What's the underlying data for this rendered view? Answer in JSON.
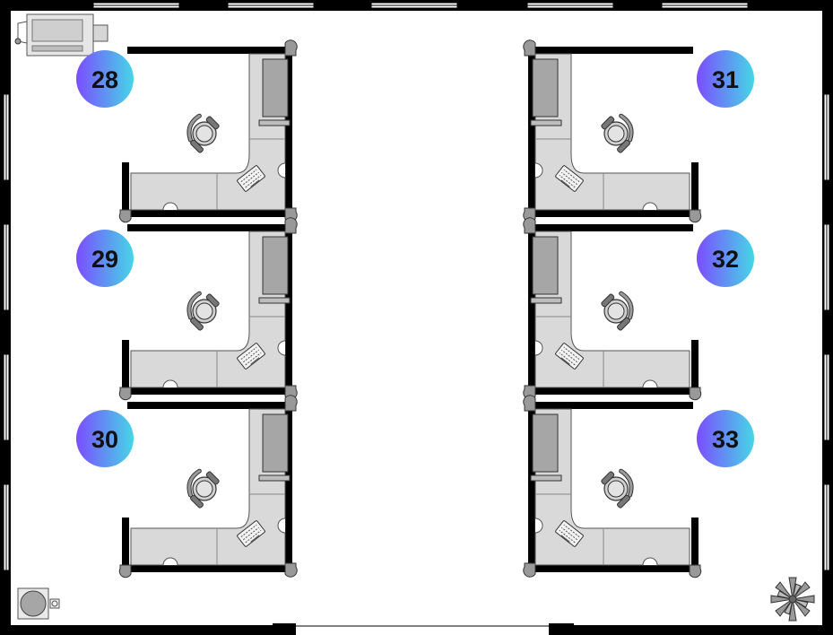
{
  "floor_plan": {
    "desks": [
      {
        "number": "28",
        "side": "left"
      },
      {
        "number": "29",
        "side": "left"
      },
      {
        "number": "30",
        "side": "left"
      },
      {
        "number": "31",
        "side": "right"
      },
      {
        "number": "32",
        "side": "right"
      },
      {
        "number": "33",
        "side": "right"
      }
    ],
    "colors": {
      "wall": "#000000",
      "furniture": "#d9d9d9",
      "furniture_dark": "#a6a6a6",
      "badge_gradient_start": "#7b4dff",
      "badge_gradient_end": "#46d6e6",
      "badge_text": "#111111"
    },
    "fixtures": [
      "printer-icon",
      "wastebasket-icon",
      "plant-icon",
      "window-icon",
      "door-opening"
    ]
  }
}
